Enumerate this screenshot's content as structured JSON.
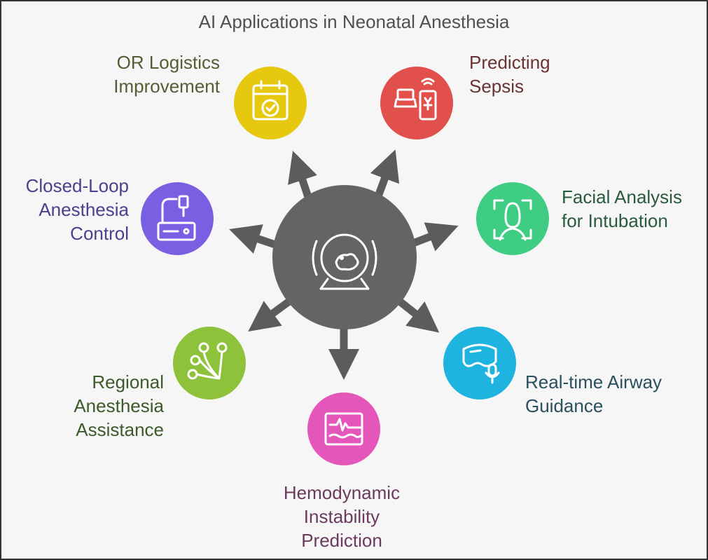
{
  "title": "AI Applications in Neonatal Anesthesia",
  "colors": {
    "hub": "#646464",
    "arrow": "#5c5c5c",
    "or_logistics": "#e6c80e",
    "sepsis": "#e2504c",
    "closed_loop": "#7b5fe3",
    "facial": "#3fcd84",
    "regional": "#8ec23a",
    "airway": "#1fb4e0",
    "hemodynamic": "#e456b9"
  },
  "hub": {
    "icon": "baby-incubator-icon"
  },
  "nodes": {
    "or_logistics": {
      "label": "OR Logistics\nImprovement",
      "icon": "calendar-check-icon"
    },
    "sepsis": {
      "label": "Predicting\nSepsis",
      "icon": "scale-phone-icon"
    },
    "closed_loop": {
      "label": "Closed-Loop\nAnesthesia\nControl",
      "icon": "infusion-pump-icon"
    },
    "facial": {
      "label": "Facial Analysis\nfor Intubation",
      "icon": "face-scan-icon"
    },
    "regional": {
      "label": "Regional\nAnesthesia\nAssistance",
      "icon": "nerve-probe-icon"
    },
    "airway": {
      "label": "Real-time Airway\nGuidance",
      "icon": "mask-microphone-icon"
    },
    "hemodynamic": {
      "label": "Hemodynamic\nInstability\nPrediction",
      "icon": "monitor-waveform-icon"
    }
  }
}
